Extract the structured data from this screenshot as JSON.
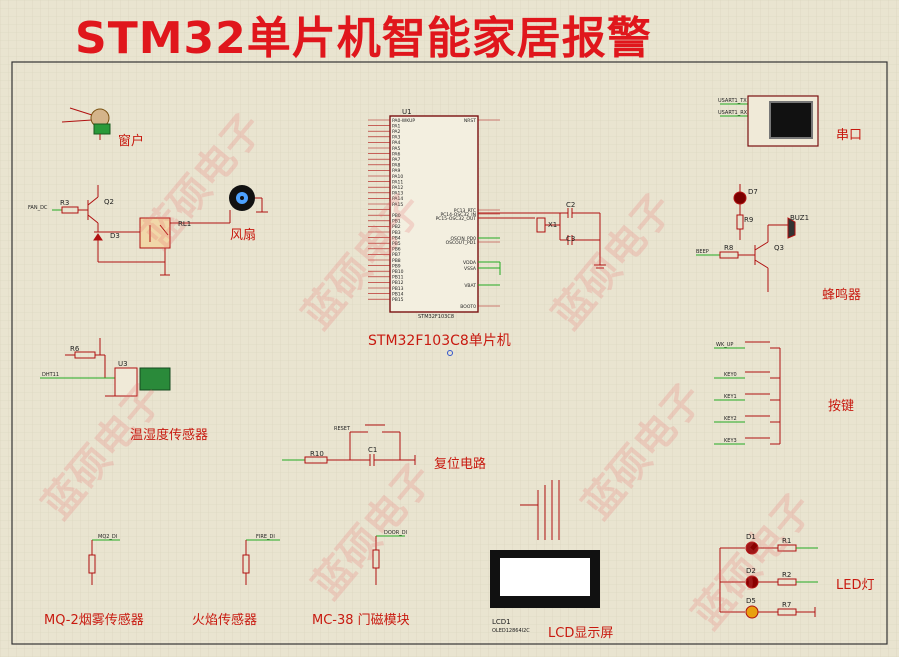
{
  "title": "STM32单片机智能家居报警",
  "labels": {
    "window": "窗户",
    "fan": "风扇",
    "serial": "串口",
    "buzzer": "蜂鸣器",
    "mcu": "STM32F103C8单片机",
    "temp_humidity": "温湿度传感器",
    "reset": "复位电路",
    "keys": "按键",
    "smoke": "MQ-2烟雾传感器",
    "flame": "火焰传感器",
    "door": "MC-38 门磁模块",
    "lcd": "LCD显示屏",
    "led": "LED灯"
  },
  "parts": {
    "u1": "U1",
    "u1_model": "STM32F103C8",
    "r3": "R3",
    "q2": "Q2",
    "d3": "D3",
    "rl1": "RL1",
    "r6": "R6",
    "u3": "U3",
    "r10": "R10",
    "c1": "C1",
    "c2": "C2",
    "c3": "C3",
    "x1": "X1",
    "d7": "D7",
    "r9": "R9",
    "r8": "R8",
    "q3": "Q3",
    "buz1": "BUZ1",
    "d1": "D1",
    "d2": "D2",
    "d5": "D5",
    "r1": "R1",
    "r2": "R2",
    "r7": "R7",
    "lcd1": "LCD1",
    "lcd1_model": "OLED12864I2C",
    "reset_net": "RESET",
    "dht11": "DHT11",
    "wk_up": "WK_UP",
    "key0": "KEY0",
    "key1": "KEY1",
    "key2": "KEY2",
    "key3": "KEY3",
    "mq2_di": "MQ2_DI",
    "fire_di": "FIRE_DI",
    "door_di": "DOOR_DI",
    "fan_dc": "FAN_DC",
    "beep": "BEEP",
    "uart_txd": "USART1_TX",
    "uart_rxd": "USART1_RX"
  },
  "left_pins": [
    "PA0-WKUP",
    "PA1",
    "PA2",
    "PA3",
    "PA4",
    "PA5",
    "PA6",
    "PA7",
    "PA8",
    "PA9",
    "PA10",
    "PA11",
    "PA12",
    "PA13",
    "PA14",
    "PA15",
    "",
    "PB0",
    "PB1",
    "PB2",
    "PB3",
    "PB4",
    "PB5",
    "PB6",
    "PB7",
    "PB8",
    "PB9",
    "PB10",
    "PB11",
    "PB12",
    "PB13",
    "PB14",
    "PB15"
  ],
  "right_pins": [
    "NRST",
    "PC13_RTC",
    "PC14-OSC32_IN",
    "PC15-OSC32_OUT",
    "OSCIN_PD0",
    "OSCOUT_PD1",
    "VDDA",
    "VSSA",
    "VBAT",
    "BOOT0"
  ],
  "colors": {
    "title": "#e0161c",
    "label": "#c81a10",
    "wire": "#22aa22",
    "part": "#b01010",
    "background": "#e9e4d0"
  },
  "watermark": "蓝硕电子"
}
